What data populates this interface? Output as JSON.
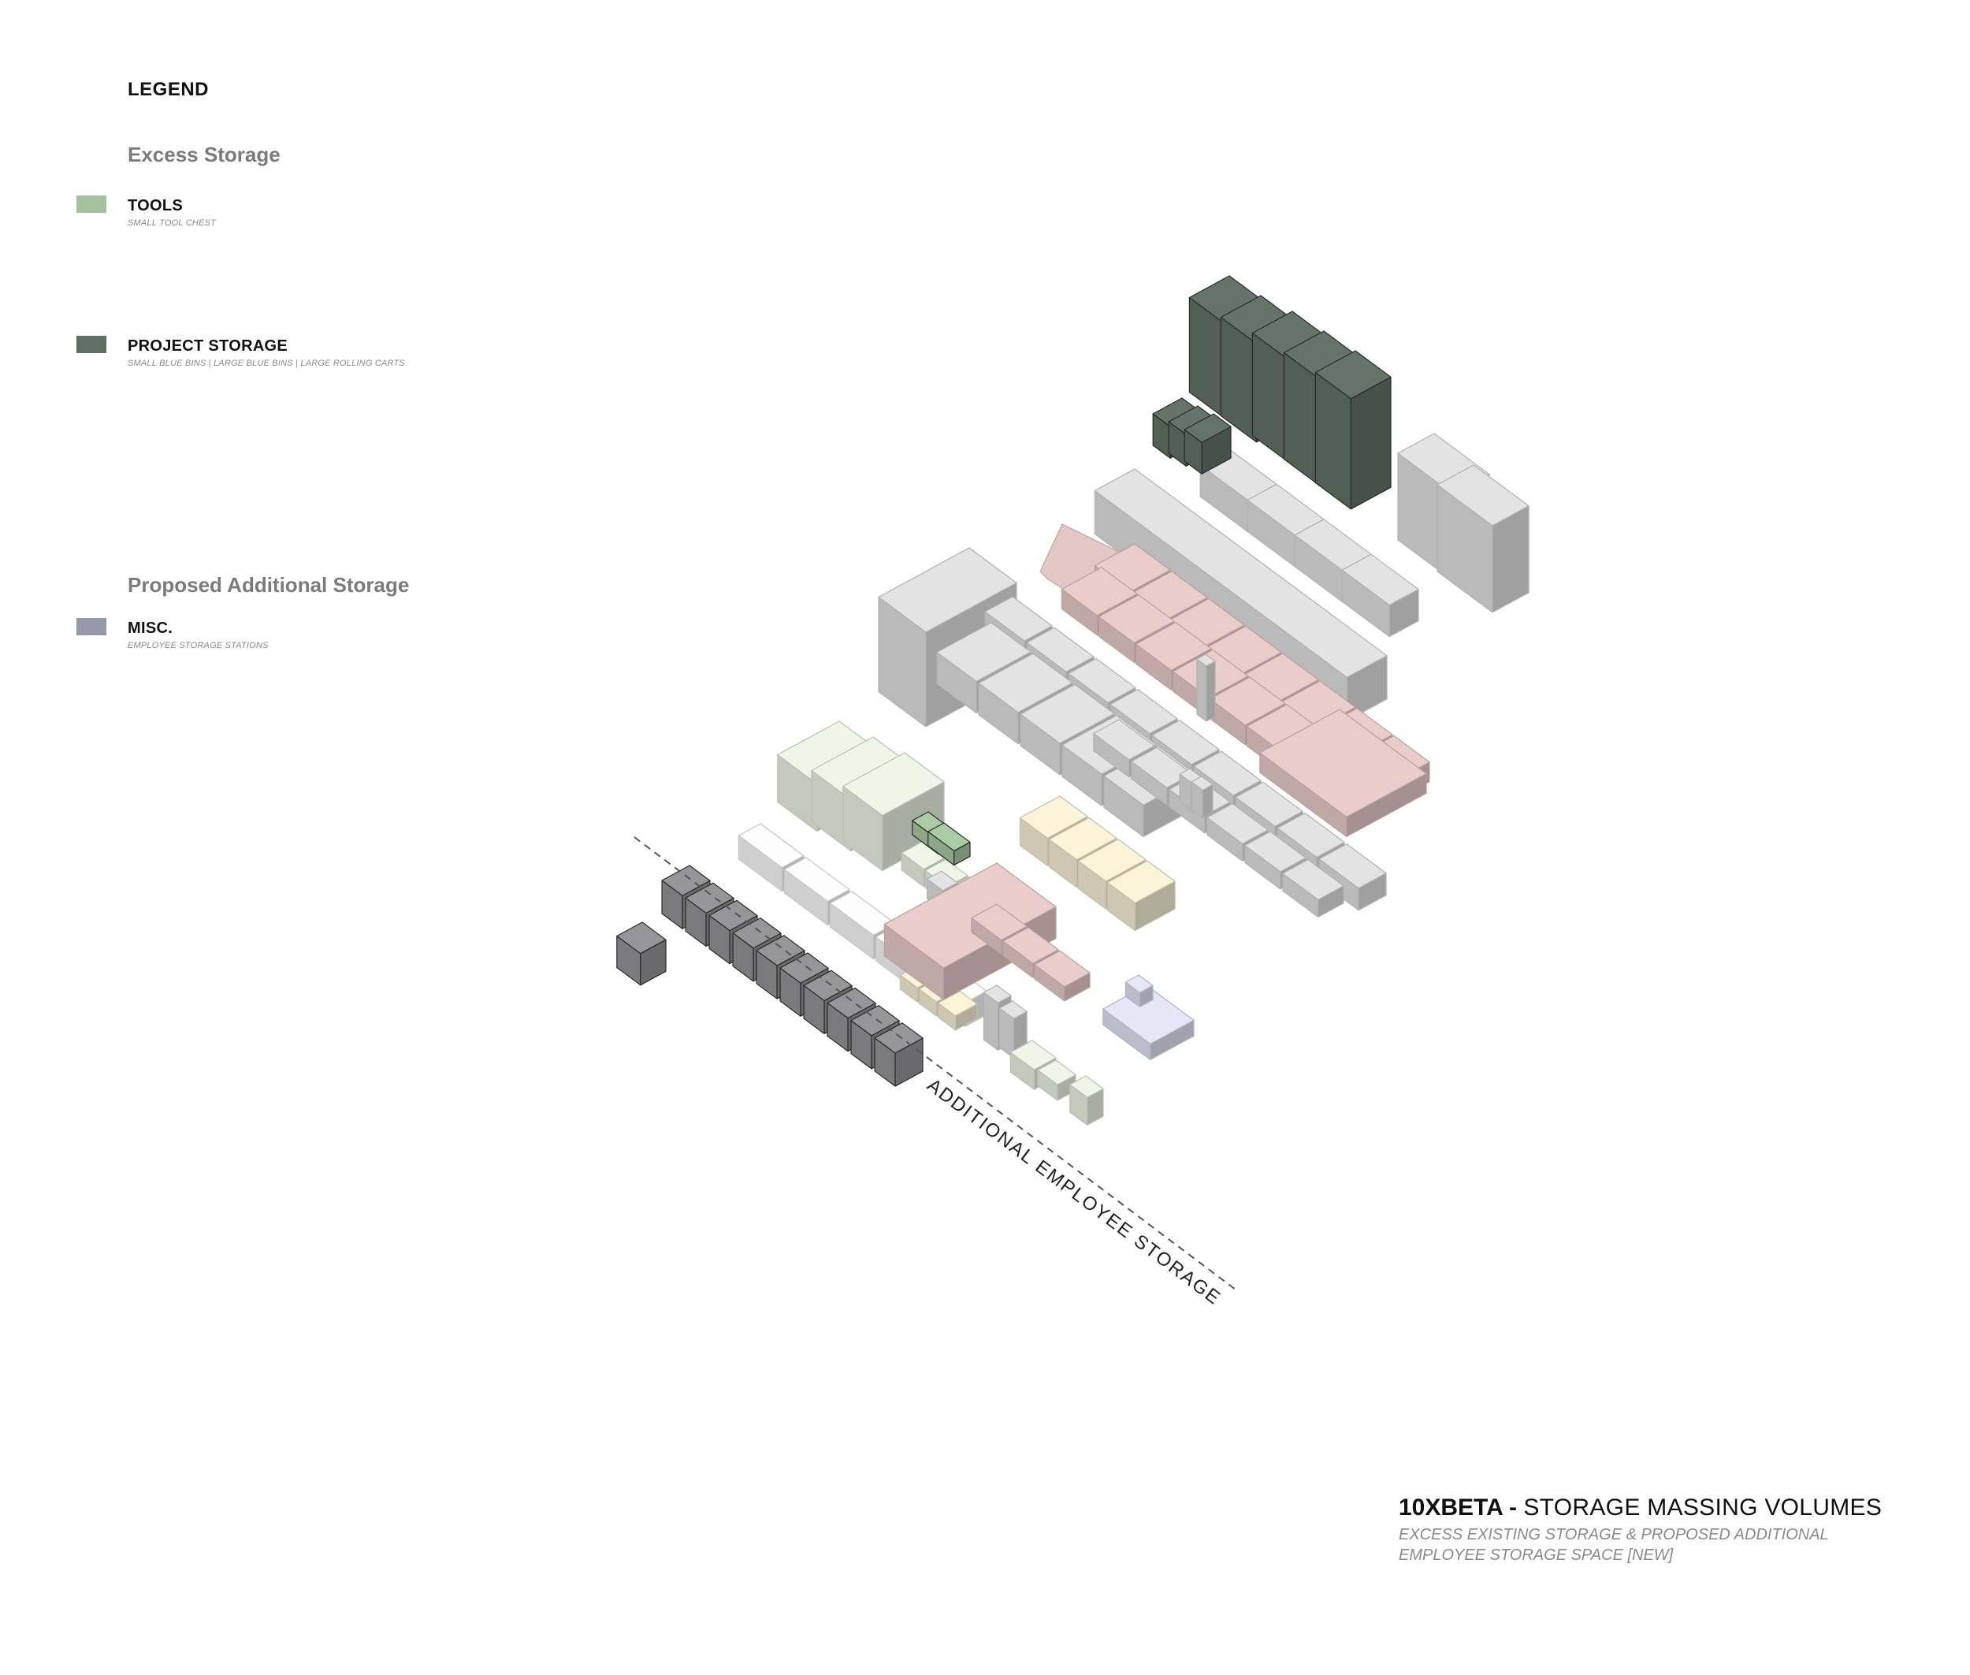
{
  "legend": {
    "title": "LEGEND",
    "sections": [
      {
        "heading": "Excess Storage",
        "items": [
          {
            "label": "TOOLS",
            "sublabel": "SMALL TOOL CHEST",
            "color": "#a3c19c"
          },
          {
            "label": "PROJECT STORAGE",
            "sublabel": "SMALL BLUE BINS | LARGE BLUE BINS | LARGE ROLLING CARTS",
            "color": "#5f6f63"
          }
        ]
      },
      {
        "heading": "Proposed Additional Storage",
        "items": [
          {
            "label": "MISC.",
            "sublabel": "EMPLOYEE STORAGE STATIONS",
            "color": "#959aab"
          }
        ]
      }
    ]
  },
  "diagram": {
    "annotation": "ADDITIONAL EMPLOYEE STORAGE",
    "colors": {
      "project_storage": "#5f6f63",
      "tools": "#a3c19c",
      "misc": "#8f8f92",
      "faded_grey": "#d8d8d8",
      "faded_green": "#e3eadc",
      "faded_red": "#dfc3c1",
      "faded_yellow": "#efe8cf",
      "faded_blue": "#d8dcea"
    }
  },
  "title_block": {
    "brand": "10XBETA -",
    "title": "STORAGE MASSING VOLUMES",
    "subtitle_line1": "EXCESS EXISTING STORAGE & PROPOSED ADDITIONAL",
    "subtitle_line2": "EMPLOYEE STORAGE SPACE [NEW]"
  }
}
